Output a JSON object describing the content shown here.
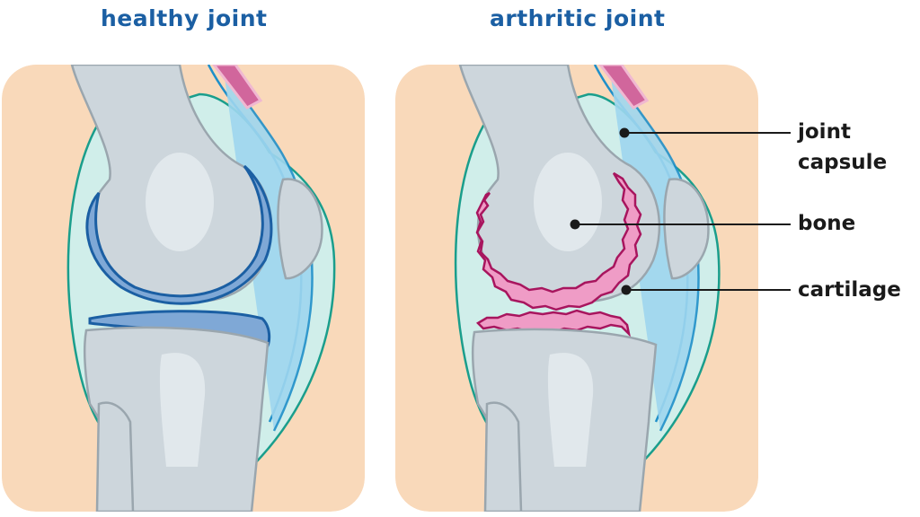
{
  "panels": {
    "left": {
      "title": "healthy joint"
    },
    "right": {
      "title": "arthritic joint"
    }
  },
  "labels": {
    "joint_capsule": "joint capsule",
    "joint_capsule_line1": "joint",
    "joint_capsule_line2": "capsule",
    "bone": "bone",
    "cartilage": "cartilage"
  },
  "colors": {
    "title": "#1b5fa3",
    "skin_bg": "#f9d9ba",
    "capsule_fill": "#d0eeea",
    "capsule_stroke": "#1a9e8c",
    "bone_fill": "#cdd6dc",
    "bone_highlight": "#e1e8ec",
    "bone_stroke": "#9aa6ae",
    "healthy_cartilage_fill": "#7fa8d6",
    "healthy_cartilage_stroke": "#1b5fa3",
    "arthritic_cartilage_fill": "#ef9cc6",
    "arthritic_cartilage_stroke": "#a8155e",
    "tendon_blue": "#9fd6ef",
    "tendon_stroke": "#1f8fc9",
    "muscle_pink": "#d1669c",
    "label_text": "#1a1a1a"
  }
}
